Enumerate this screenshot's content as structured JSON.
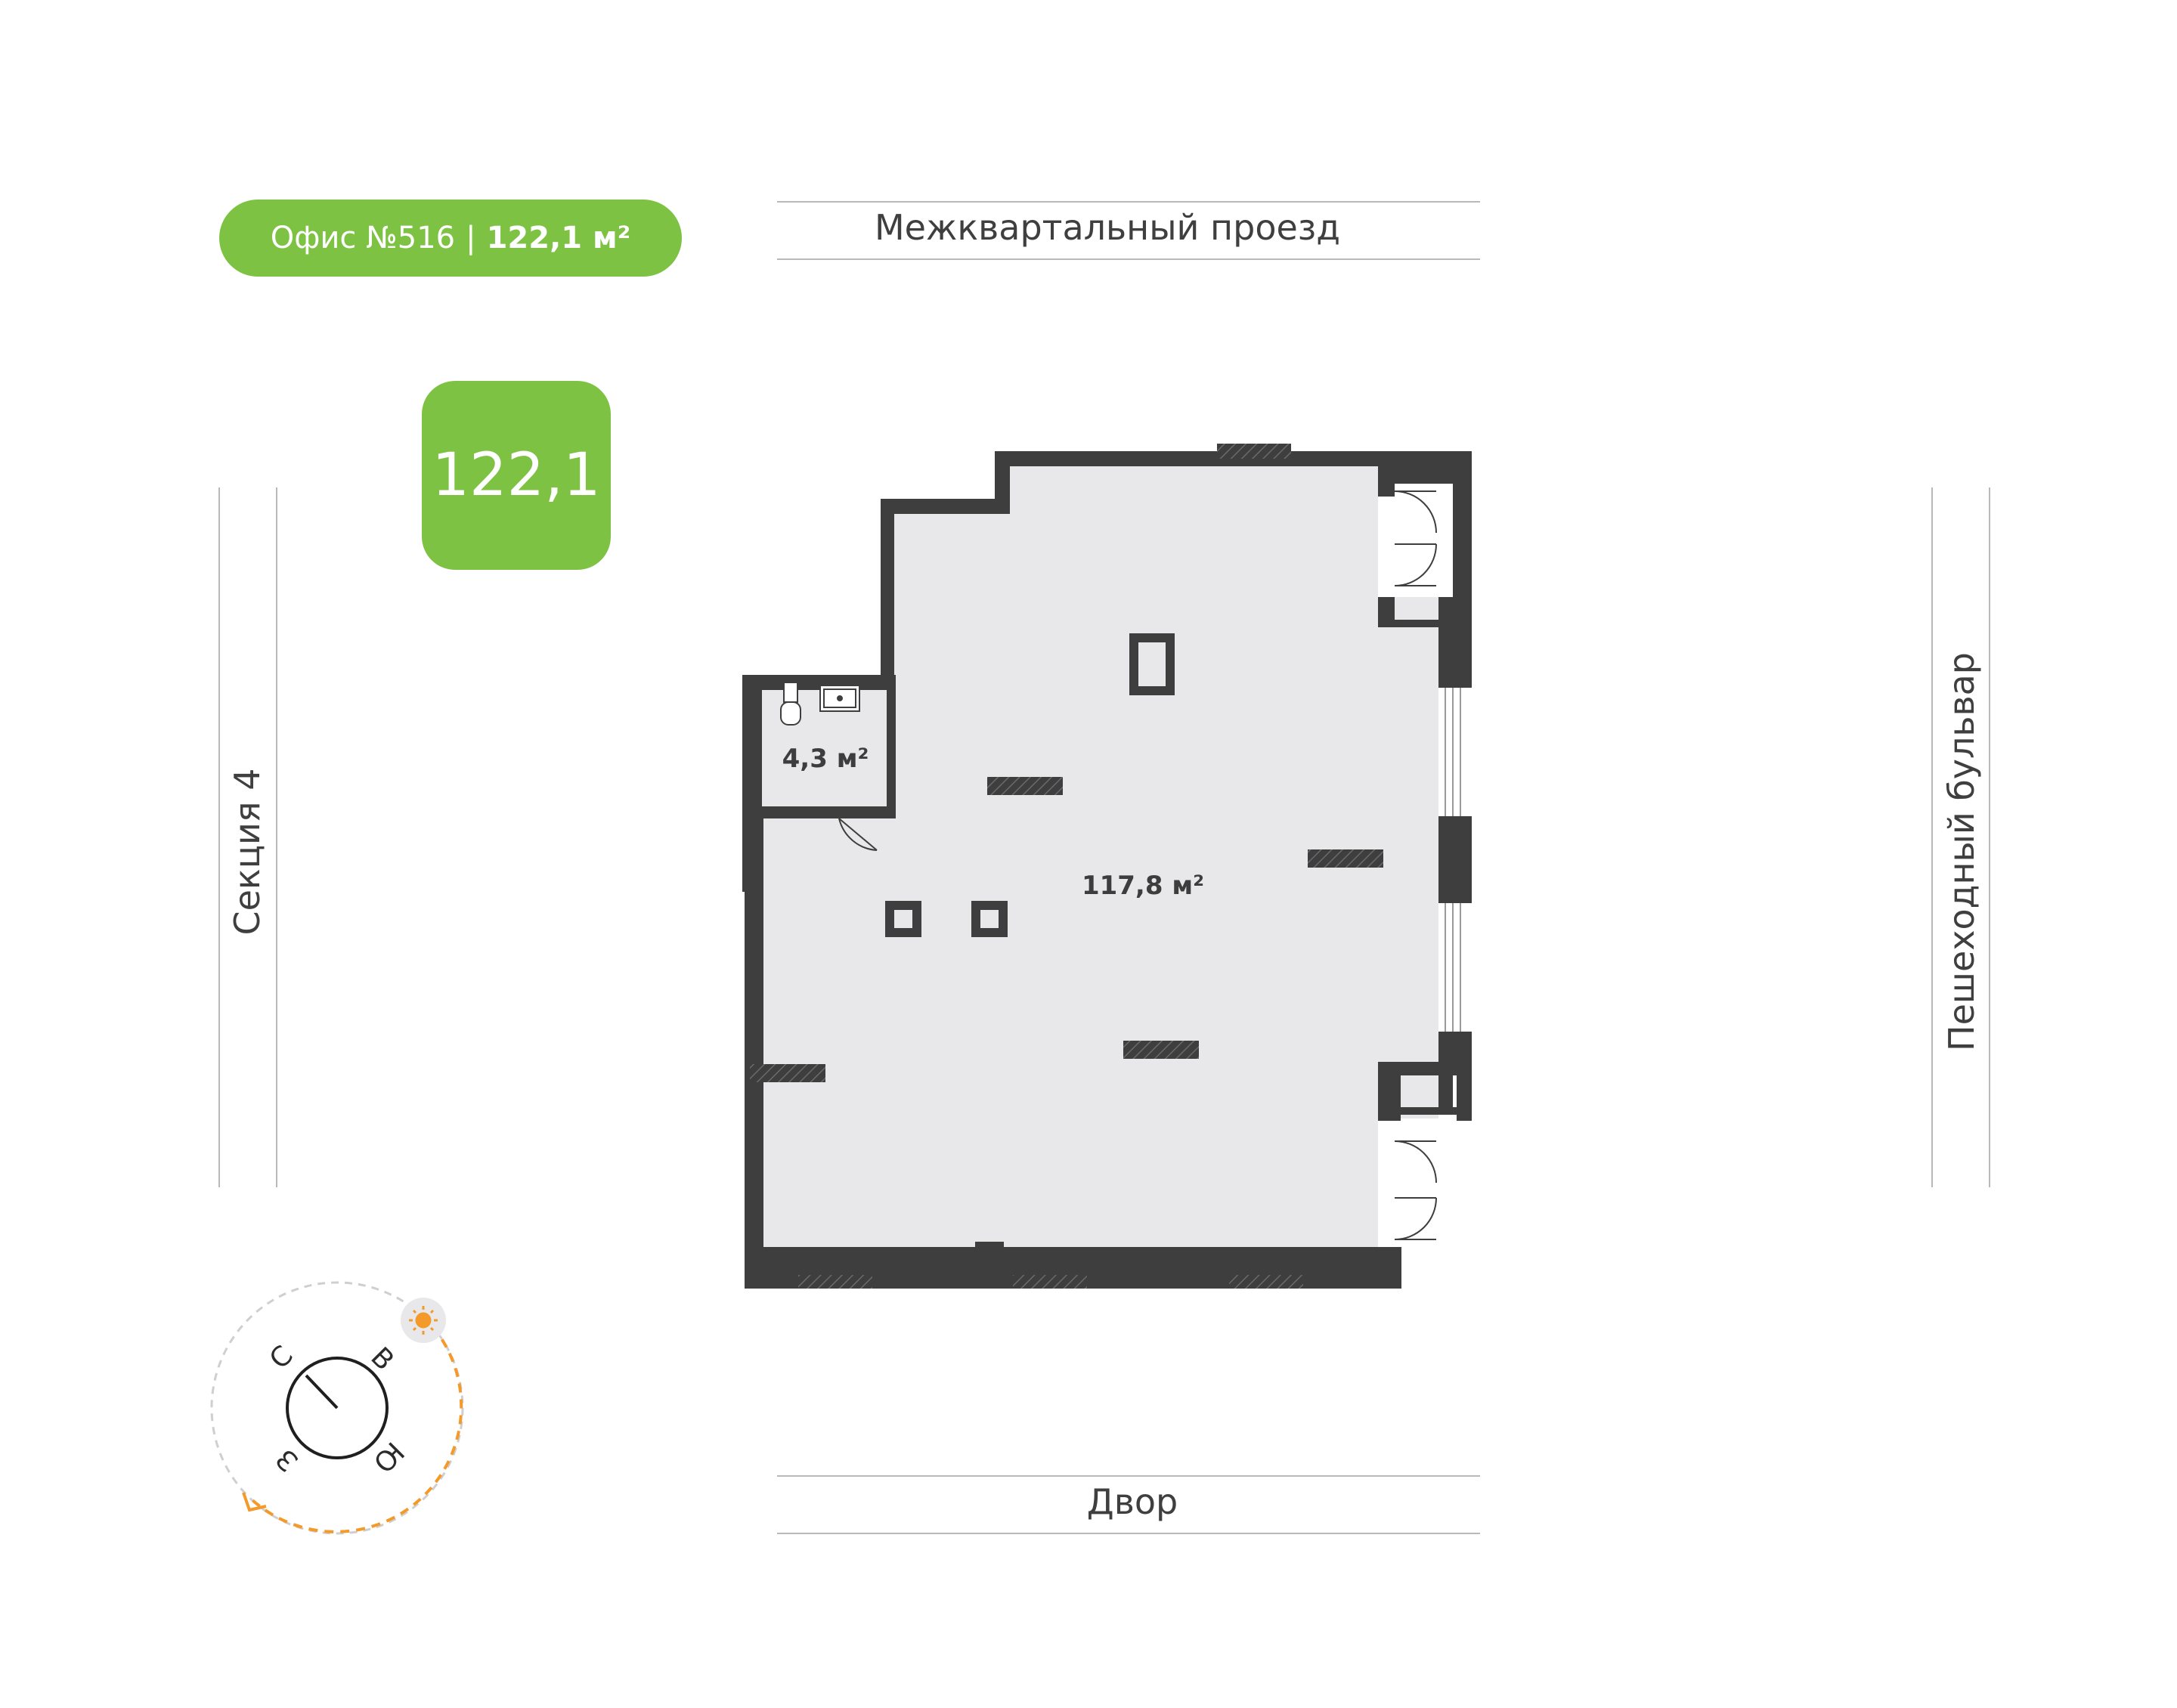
{
  "header": {
    "office_label": "Офис №516",
    "separator": "|",
    "office_area": "122,1 м²",
    "total_area_badge": "122,1"
  },
  "streets": {
    "top": "Межквартальный проезд",
    "bottom": "Двор",
    "left": "Секция 4",
    "right": "Пешеходный бульвар"
  },
  "rooms": {
    "main_area": "117,8 м²",
    "bathroom_area": "4,3 м²"
  },
  "compass": {
    "north": "С",
    "east": "В",
    "south": "Ю",
    "west": "З"
  },
  "colors": {
    "accent_green": "#7dc243",
    "wall": "#3e3e3e",
    "floor": "#e8e8ea",
    "sun_orange": "#f39a2b"
  },
  "icons": {
    "sun": "sun-icon",
    "compass": "compass-icon"
  }
}
